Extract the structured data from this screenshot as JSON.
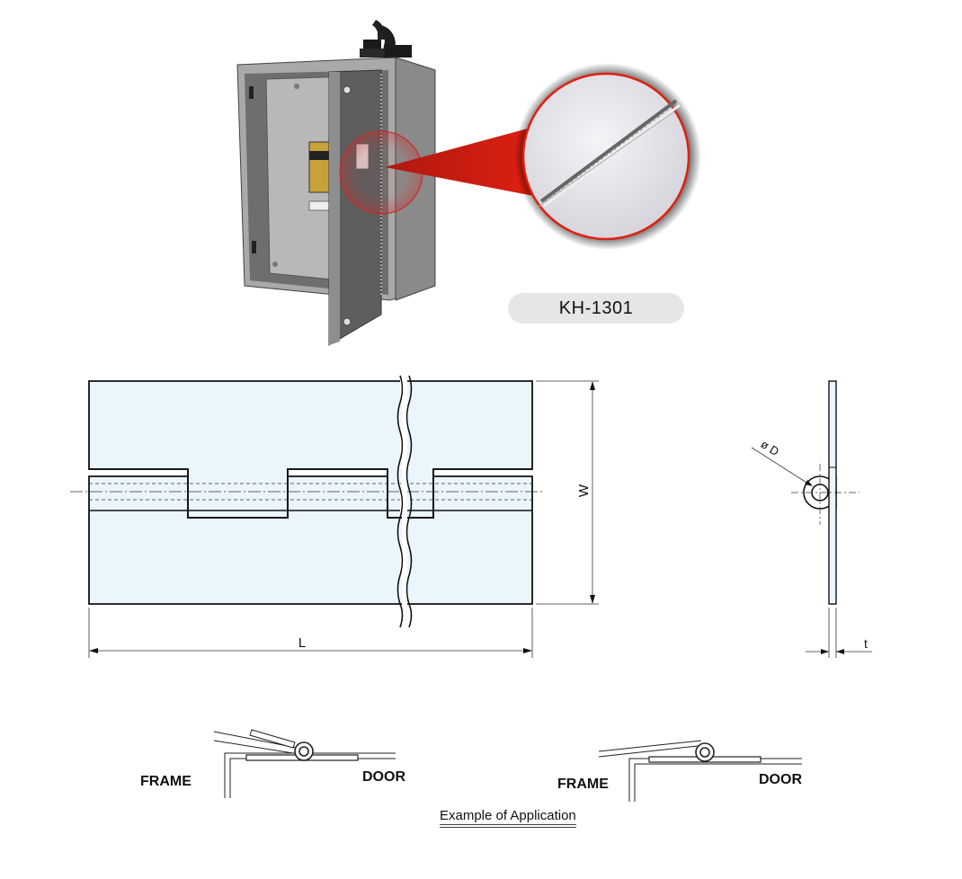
{
  "model": {
    "code": "KH-1301"
  },
  "dimensions": {
    "length": "L",
    "width": "W",
    "diameter": "ø D",
    "thickness": "t"
  },
  "applications": [
    {
      "frame": "FRAME",
      "door": "DOOR"
    },
    {
      "frame": "FRAME",
      "door": "DOOR"
    }
  ],
  "caption": "Example of Application",
  "colors": {
    "hinge_fill": "#eaf5fc",
    "callout_red": "#e02010",
    "cabinet_gray": "#8c8c8c"
  }
}
